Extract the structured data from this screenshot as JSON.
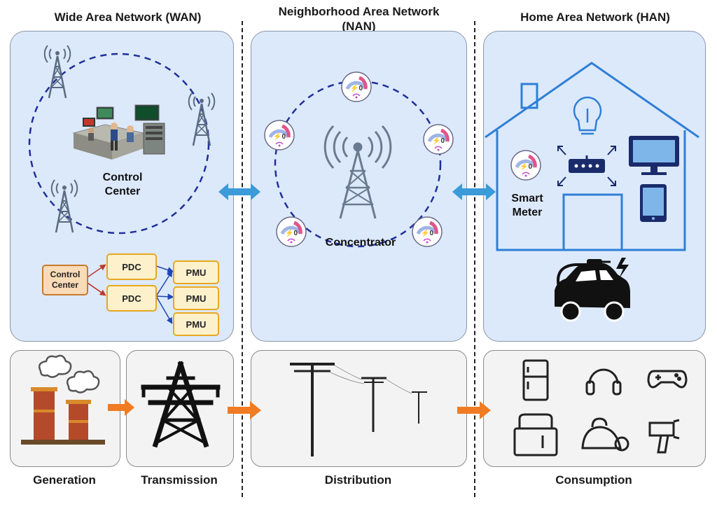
{
  "titles": {
    "wan": "Wide Area Network (WAN)",
    "nan": "Neighborhood Area Network\n(NAN)",
    "han": "Home Area Network (HAN)"
  },
  "wan": {
    "control_center_label": "Control\nCenter",
    "hierarchy": {
      "control_center": "Control\nCenter",
      "pdc_1": "PDC",
      "pdc_2": "PDC",
      "pmu_1": "PMU",
      "pmu_2": "PMU",
      "pmu_3": "PMU"
    }
  },
  "nan": {
    "concentrator_label": "Concentrator"
  },
  "han": {
    "smart_meter_label": "Smart\nMeter"
  },
  "bottom": {
    "generation": "Generation",
    "transmission": "Transmission",
    "distribution": "Distribution",
    "consumption": "Consumption"
  },
  "colors": {
    "panel_fill": "#dce9fb",
    "ring_dash": "#1f2f9a",
    "network_arrow": "#3b9ad8",
    "flow_arrow": "#f07b22",
    "house_outline": "#2f7fd6"
  }
}
